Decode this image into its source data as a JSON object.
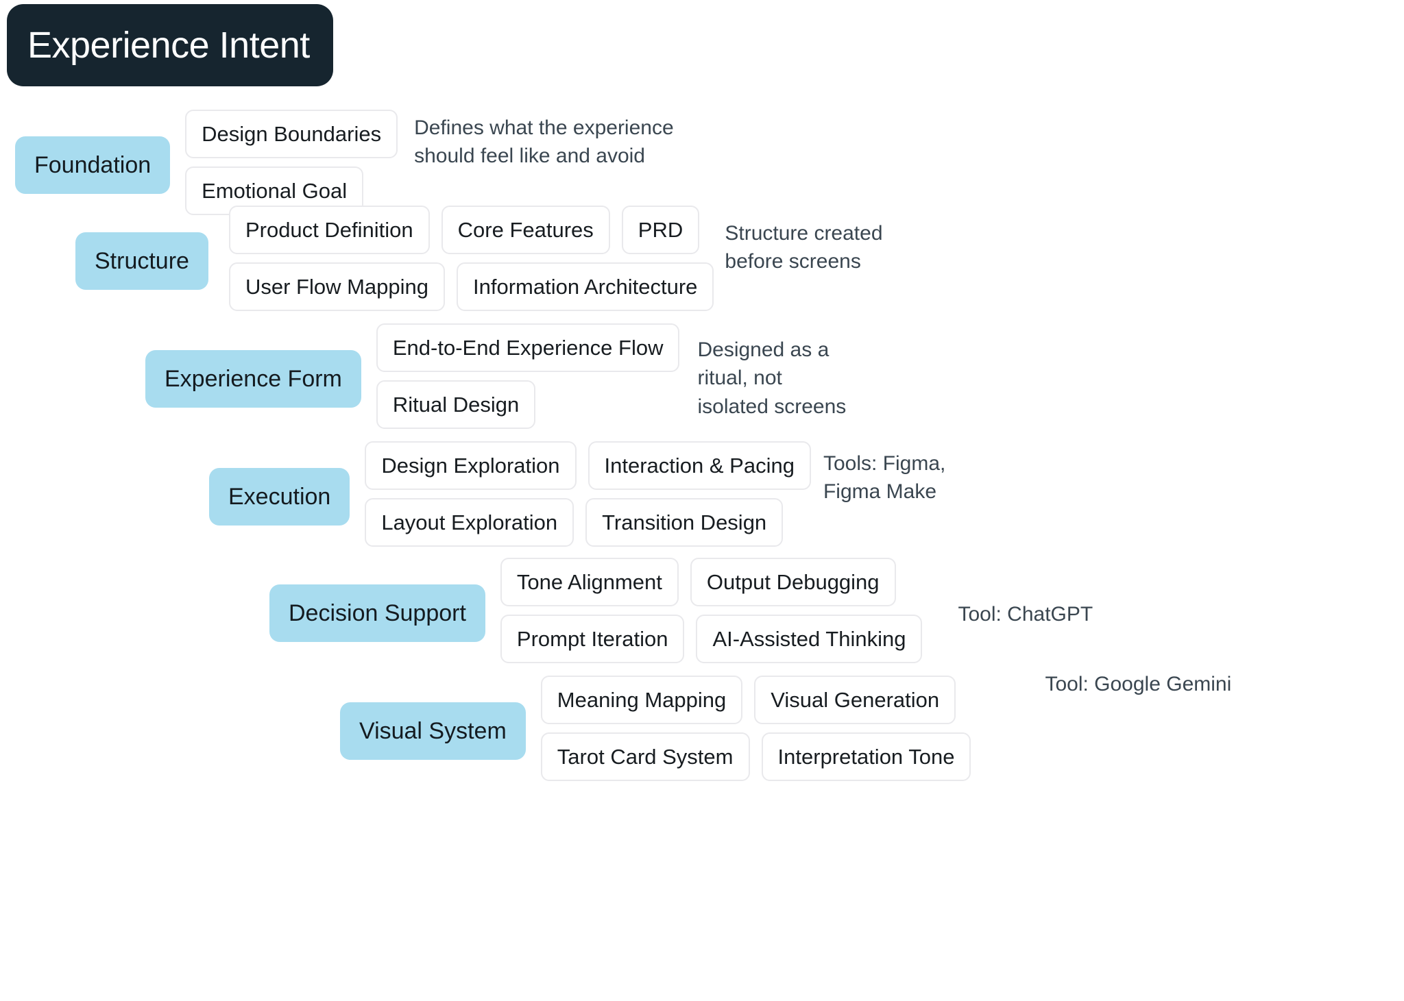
{
  "title": {
    "label": "Experience Intent"
  },
  "colors": {
    "title_bg": "#16252f",
    "title_text": "#ffffff",
    "category_pill": "#a8dcef",
    "pill_bg": "#ffffff",
    "pill_border": "#e9e9ec",
    "note_text": "#3a4650",
    "page_bg": "#ffffff"
  },
  "rows": [
    {
      "category": "Foundation",
      "line1": [
        "Design Boundaries"
      ],
      "line2": [
        "Emotional Goal"
      ],
      "note": "Defines what the experience\nshould feel like and avoid"
    },
    {
      "category": "Structure",
      "line1": [
        "Product Definition",
        "Core Features",
        "PRD"
      ],
      "line2": [
        "User Flow Mapping",
        "Information Architecture"
      ],
      "note": "Structure created\nbefore screens"
    },
    {
      "category": "Experience Form",
      "line1": [
        "End-to-End Experience Flow"
      ],
      "line2": [
        "Ritual Design"
      ],
      "note": "Designed as a\nritual, not\nisolated screens"
    },
    {
      "category": "Execution",
      "line1": [
        "Design Exploration",
        "Interaction & Pacing"
      ],
      "line2": [
        "Layout Exploration",
        "Transition Design"
      ],
      "note": "Tools: Figma,\nFigma Make"
    },
    {
      "category": "Decision Support",
      "line1": [
        "Tone Alignment",
        "Output Debugging"
      ],
      "line2": [
        "Prompt Iteration",
        "AI-Assisted Thinking"
      ],
      "note": "Tool: ChatGPT"
    },
    {
      "category": "Visual System",
      "line1": [
        "Meaning Mapping",
        "Visual Generation"
      ],
      "line2": [
        "Tarot Card System",
        "Interpretation Tone"
      ],
      "note": "Tool: Google Gemini"
    }
  ],
  "layout": {
    "row_tops": [
      0,
      140,
      312,
      484,
      654,
      826
    ],
    "row_indents": [
      22,
      110,
      212,
      305,
      393,
      496
    ],
    "cat_gap": [
      22,
      30,
      22,
      22,
      22,
      22
    ],
    "note_gap": [
      24,
      16,
      26,
      18,
      52,
      108
    ],
    "note_offsets": [
      -8,
      6,
      4,
      -2,
      48,
      -22
    ]
  }
}
